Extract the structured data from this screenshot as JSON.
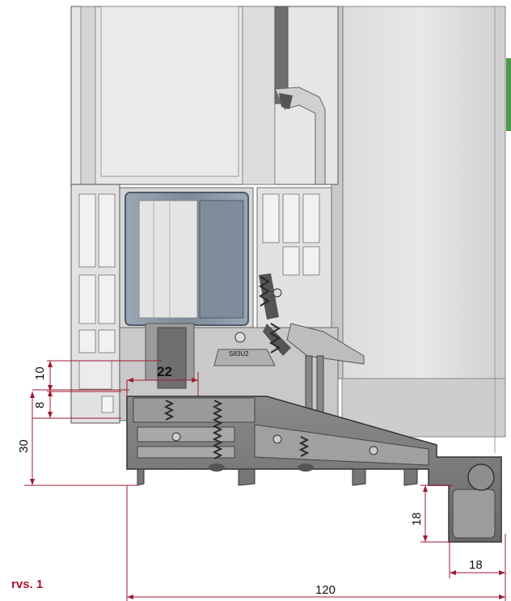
{
  "caption": "rvs. 1",
  "dimensions": {
    "d10": "10",
    "d8": "8",
    "d30": "30",
    "d22": "22",
    "d18v": "18",
    "d18h": "18",
    "d120": "120"
  },
  "seal_label": "S83U2",
  "colors": {
    "profile_light": "#e4e4e4",
    "profile_mid": "#b9b9b9",
    "profile_dark": "#7b7b7b",
    "glass": "#d9d9d9",
    "steel": "#8c9aa8",
    "dimension_line": "#9e1b32",
    "accent_green": "#4c9a4c",
    "caption": "#b0122a"
  }
}
